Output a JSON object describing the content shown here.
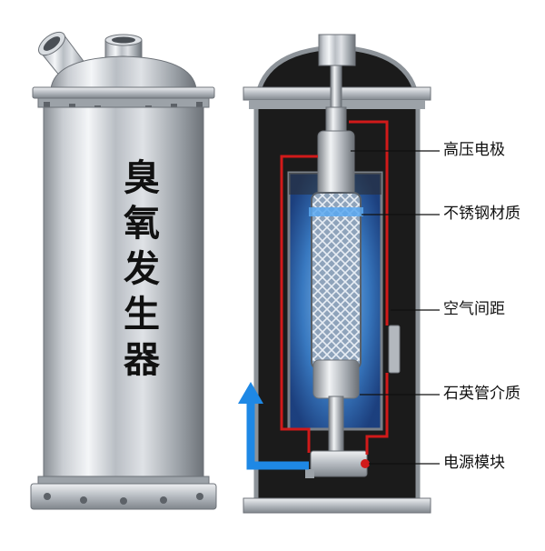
{
  "product_label_chars": [
    "臭",
    "氧",
    "发",
    "生",
    "器"
  ],
  "callouts": [
    {
      "id": "high-voltage-electrode",
      "text": "高压电极"
    },
    {
      "id": "stainless-steel-material",
      "text": "不锈钢材质"
    },
    {
      "id": "air-gap",
      "text": "空气间距"
    },
    {
      "id": "quartz-tube-dielectric",
      "text": "石英管介质"
    },
    {
      "id": "power-module",
      "text": "电源模块"
    }
  ],
  "colors": {
    "wire": "#d11a1a",
    "arrow": "#1e88e5",
    "glow": "#4aa3ff",
    "steel": "#c8ccd0",
    "housing_dark": "#1b1b1b"
  }
}
